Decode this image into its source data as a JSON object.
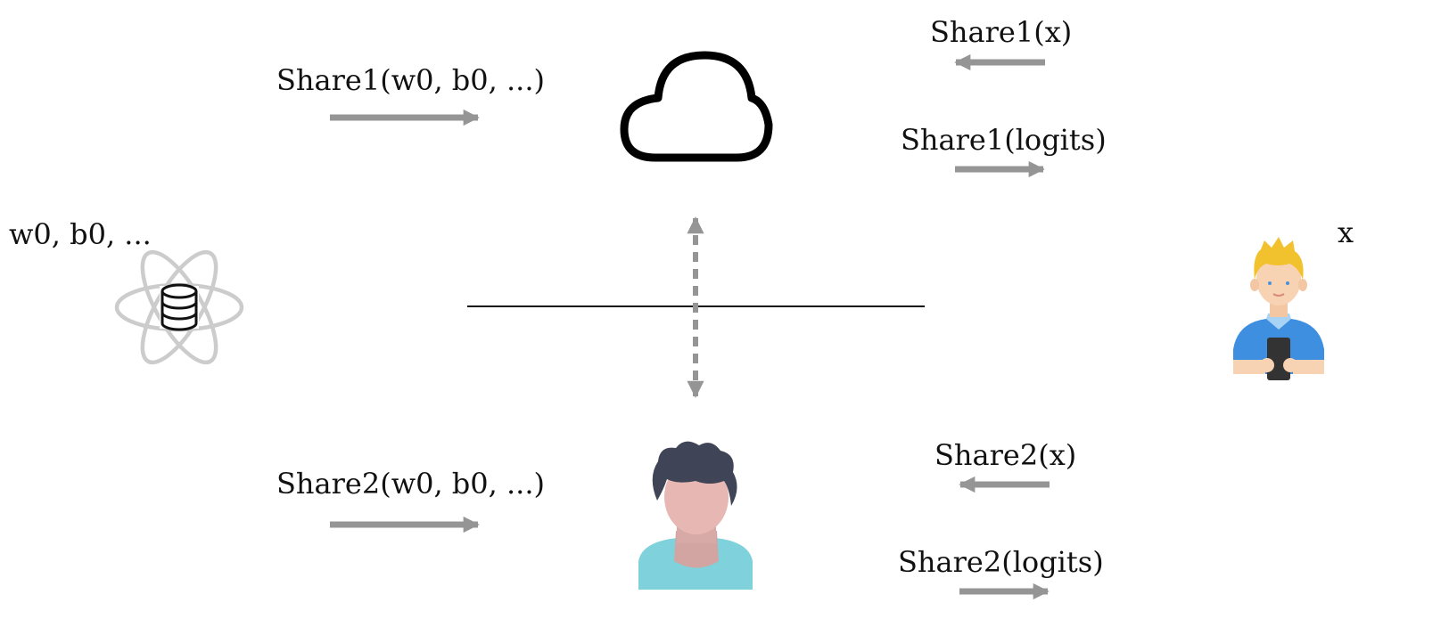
{
  "labels": {
    "owner_params": "w0, b0, ...",
    "share1_params": "Share1(w0, b0, ...)",
    "share2_params": "Share2(w0, b0, ...)",
    "share1_x": "Share1(x)",
    "share1_logits": "Share1(logits)",
    "share2_x": "Share2(x)",
    "share2_logits": "Share2(logits)",
    "user_input": "x"
  },
  "icons": {
    "model_owner": "atom-database-icon",
    "server1": "cloud-icon",
    "server2": "person-avatar-icon",
    "client": "person-with-phone-icon"
  },
  "colors": {
    "arrow": "#959595",
    "atom": "#cccccc",
    "line": "#111111",
    "skin": "#e6b7b3",
    "hair_dark": "#3f4457",
    "shirt_teal": "#7fd1dc",
    "hair_blond": "#f2c12e",
    "shirt_blue": "#3f8fe0",
    "phone": "#333333"
  }
}
